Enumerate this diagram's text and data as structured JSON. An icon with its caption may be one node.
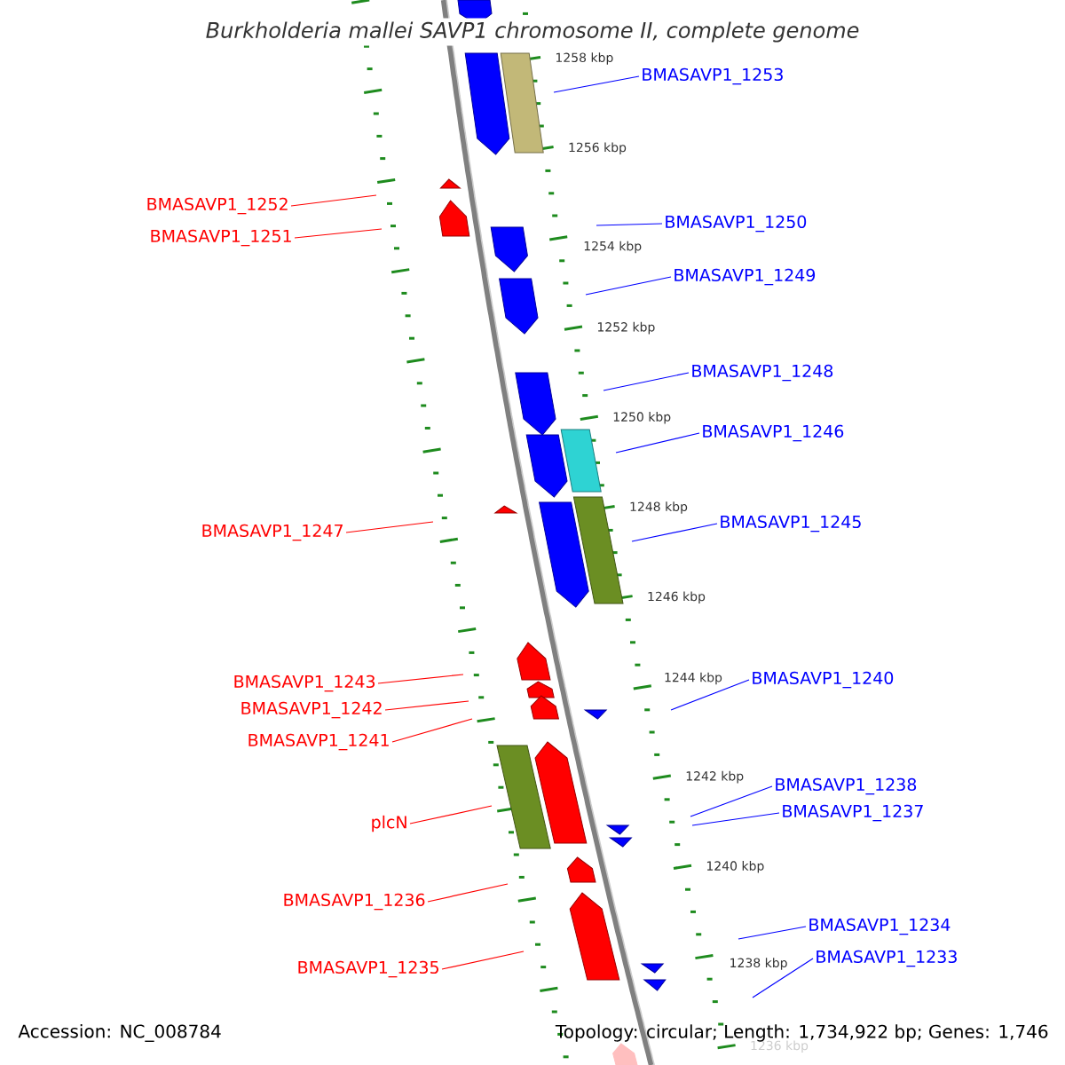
{
  "diagram": {
    "title": "Burkholderia mallei SAVP1 chromosome II, complete genome",
    "nodes": [
      {
        "text": [
          "BMASAVP1_1253"
        ]
      },
      {
        "text": [
          "BMASAVP1_1252"
        ]
      },
      {
        "text": [
          "BMASAVP1_1250"
        ]
      },
      {
        "text": [
          "BMASAVP1_1251"
        ]
      },
      {
        "text": [
          "BMASAVP1_1249"
        ]
      },
      {
        "text": [
          "BMASAVP1_1248"
        ]
      },
      {
        "text": [
          "BMASAVP1_1246"
        ]
      },
      {
        "text": [
          "BMASAVP1_1245"
        ]
      },
      {
        "text": [
          "BMASAVP1_1247"
        ]
      },
      {
        "text": [
          "BMASAVP1_1240"
        ]
      },
      {
        "text": [
          "BMASAVP1_1243"
        ]
      },
      {
        "text": [
          "BMASAVP1_1242"
        ]
      },
      {
        "text": [
          "BMASAVP1_1241"
        ]
      },
      {
        "text": [
          "BMASAVP1_1238"
        ]
      },
      {
        "text": [
          "BMASAVP1_1237"
        ]
      },
      {
        "text": [
          "plcN"
        ]
      },
      {
        "text": [
          "BMASAVP1_1236"
        ]
      },
      {
        "text": [
          "BMASAVP1_1234"
        ]
      },
      {
        "text": [
          "BMASAVP1_1233"
        ]
      },
      {
        "text": [
          "BMASAVP1_1235"
        ]
      }
    ],
    "edges": [
      {
        "from": 0,
        "to": null,
        "arrow": "none"
      },
      {
        "from": 1,
        "to": null,
        "arrow": "none",
        "color": "#ff0000"
      },
      {
        "from": 2,
        "to": null,
        "arrow": "none"
      },
      {
        "from": 3,
        "to": null,
        "arrow": "none",
        "color": "#ff0000"
      },
      {
        "from": 4,
        "to": null,
        "arrow": "none"
      },
      {
        "from": 5,
        "to": null,
        "arrow": "none"
      },
      {
        "from": 6,
        "to": null,
        "arrow": "none"
      },
      {
        "from": 7,
        "to": null,
        "arrow": "none"
      },
      {
        "from": 8,
        "to": null,
        "arrow": "none",
        "color": "#ff0000"
      },
      {
        "from": 9,
        "to": null,
        "arrow": "none"
      },
      {
        "from": 10,
        "to": null,
        "arrow": "none",
        "color": "#ff0000"
      },
      {
        "from": 11,
        "to": null,
        "arrow": "none",
        "color": "#ff0000"
      },
      {
        "from": 12,
        "to": null,
        "arrow": "none",
        "color": "#ff0000"
      },
      {
        "from": 13,
        "to": null,
        "arrow": "none"
      },
      {
        "from": 14,
        "to": null,
        "arrow": "none"
      },
      {
        "from": 15,
        "to": null,
        "arrow": "none",
        "color": "#ff0000"
      },
      {
        "from": 16,
        "to": null,
        "arrow": "none",
        "color": "#ff0000"
      },
      {
        "from": 17,
        "to": null,
        "arrow": "none"
      },
      {
        "from": 18,
        "to": null,
        "arrow": "none"
      },
      {
        "from": 19,
        "to": null,
        "arrow": "none",
        "color": "#ff0000"
      }
    ],
    "labels": [
      "1258 kbp",
      "1256 kbp",
      "1254 kbp",
      "1252 kbp",
      "1250 kbp",
      "1248 kbp",
      "1246 kbp",
      "1244 kbp",
      "1242 kbp",
      "1240 kbp",
      "1238 kbp",
      "1236 kbp",
      "Accession: NC_008784",
      "Topology: circular; Length: 1,734,922 bp; Genes: 1,746"
    ]
  }
}
